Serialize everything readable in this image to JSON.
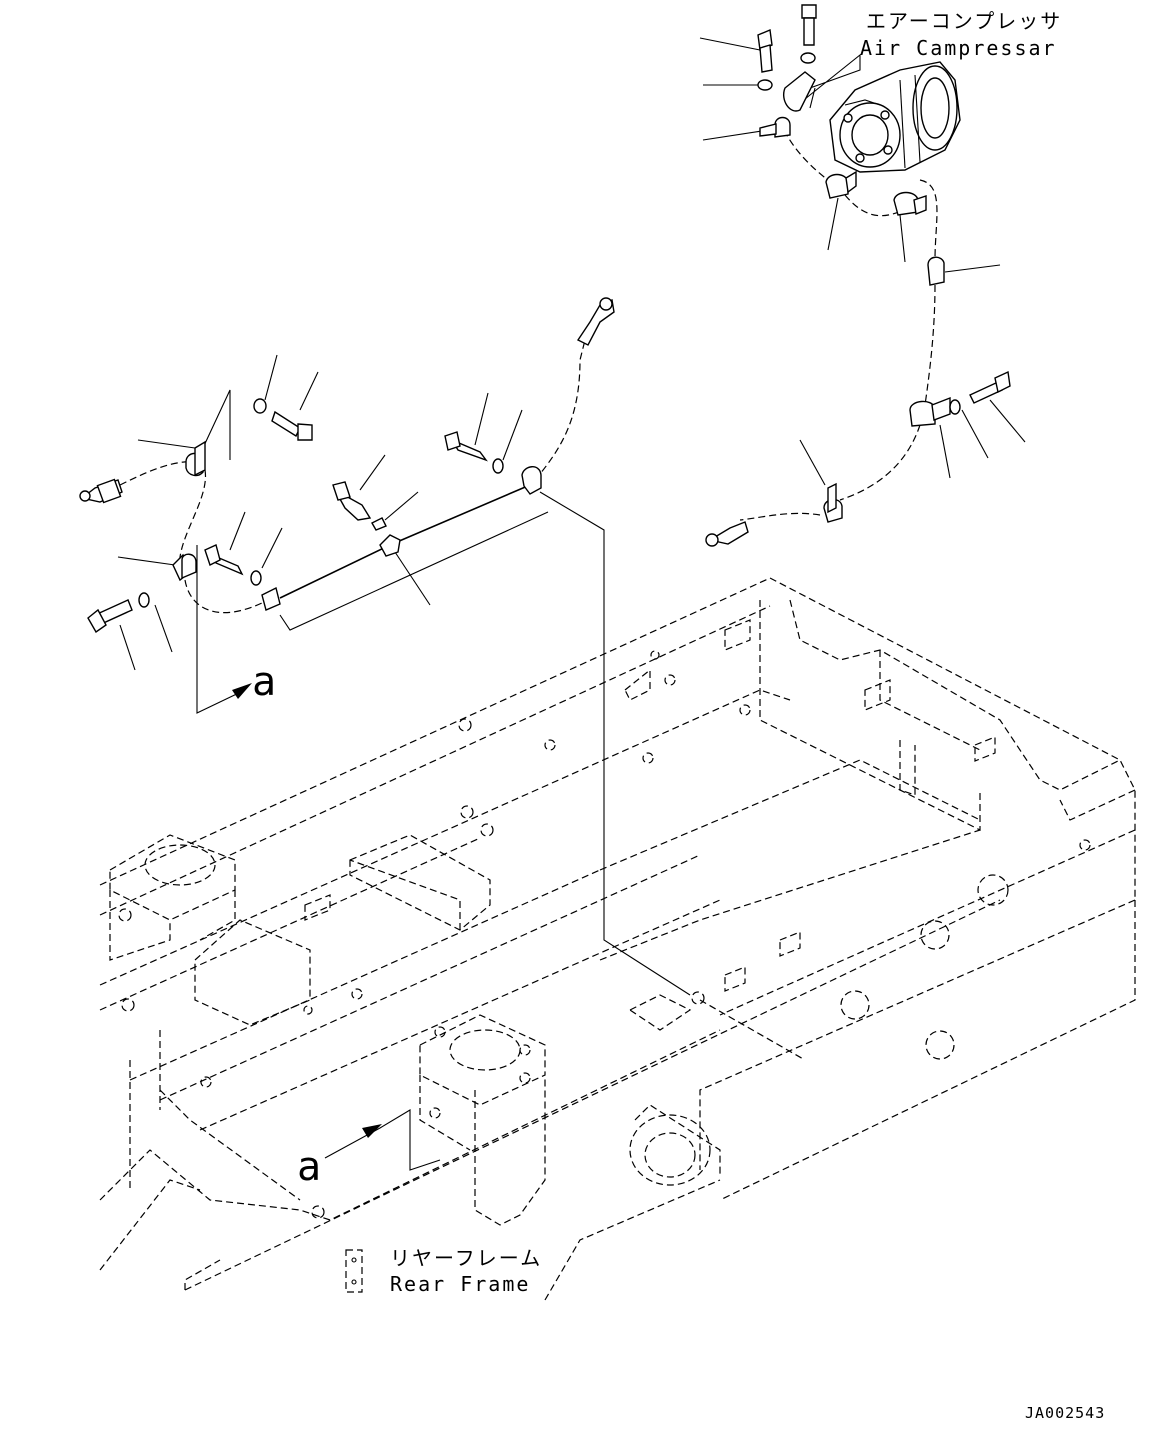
{
  "labels": {
    "compressor_jp": "エアーコンプレッサ",
    "compressor_en": "Air Campressar",
    "rear_frame_jp": "リヤーフレーム",
    "rear_frame_en": "Rear Frame",
    "view_mark_upper": "a",
    "view_mark_lower": "a",
    "drawing_code": "JA002543"
  }
}
